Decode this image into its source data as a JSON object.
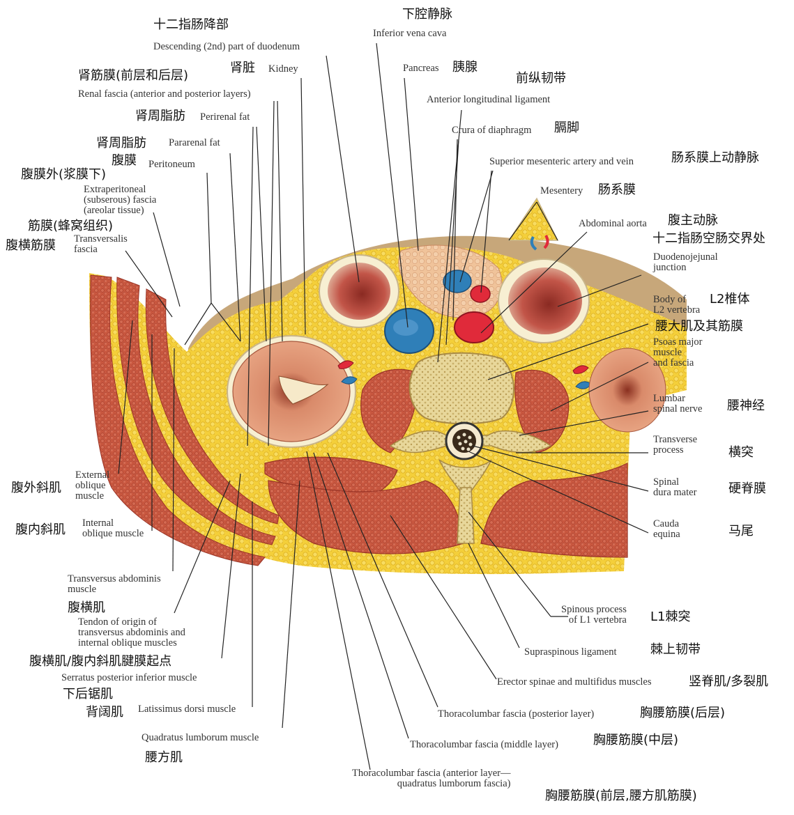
{
  "colors": {
    "fat": "#f4cf3a",
    "fat_dark": "#d9a91a",
    "muscle": "#c8573f",
    "muscle_dark": "#9a3426",
    "bone": "#efe3b0",
    "vein": "#2f7fb8",
    "artery": "#e02a3a",
    "fascia": "#f7efd2",
    "shadow": "#b89a70",
    "leader": "#222222"
  },
  "labels": [
    {
      "id": "duodenum",
      "zh": "十二指肠降部",
      "en": "Descending (2nd) part of duodenum"
    },
    {
      "id": "ivc",
      "zh": "下腔静脉",
      "en": "Inferior vena cava"
    },
    {
      "id": "renal_fascia",
      "zh": "肾筋膜(前层和后层)",
      "en": "Renal fascia (anterior and posterior layers)"
    },
    {
      "id": "kidney",
      "zh": "肾脏",
      "en": "Kidney"
    },
    {
      "id": "pancreas",
      "zh": "胰腺",
      "en": "Pancreas"
    },
    {
      "id": "all",
      "zh": "前纵韧带",
      "en": "Anterior longitudinal ligament"
    },
    {
      "id": "perirenal",
      "zh": "肾周脂肪",
      "en": "Perirenal fat"
    },
    {
      "id": "crura",
      "zh": "膈脚",
      "en": "Crura of diaphragm"
    },
    {
      "id": "pararenal",
      "zh": "肾周脂肪",
      "en": "Pararenal fat"
    },
    {
      "id": "peritoneum",
      "zh": "腹膜",
      "en": "Peritoneum"
    },
    {
      "id": "sma",
      "zh": "肠系膜上动静脉",
      "en": "Superior mesenteric artery and vein"
    },
    {
      "id": "extraperitoneal",
      "zh": "腹膜外(浆膜下)",
      "en": "Extraperitoneal\n(subserous) fascia\n(areolar tissue)"
    },
    {
      "id": "mesentery",
      "zh": "肠系膜",
      "en": "Mesentery"
    },
    {
      "id": "areolar",
      "zh": "筋膜(蜂窝组织)"
    },
    {
      "id": "transversalis",
      "zh": "腹横筋膜",
      "en": "Transversalis\nfascia"
    },
    {
      "id": "aorta",
      "zh": "腹主动脉",
      "en": "Abdominal aorta"
    },
    {
      "id": "dj",
      "zh": "十二指肠空肠交界处",
      "en": "Duodenojejunal\njunction"
    },
    {
      "id": "l2",
      "zh": "L2椎体",
      "en": "Body of\nL2 vertebra"
    },
    {
      "id": "psoas",
      "zh": "腰大肌及其筋膜",
      "en": "Psoas major\nmuscle\nand fascia"
    },
    {
      "id": "spinal_nerve",
      "zh": "腰神经",
      "en": "Lumbar\nspinal nerve"
    },
    {
      "id": "transverse_process",
      "zh": "横突",
      "en": "Transverse\nprocess"
    },
    {
      "id": "ext_oblique",
      "zh": "腹外斜肌",
      "en": "External\noblique\nmuscle"
    },
    {
      "id": "dura",
      "zh": "硬脊膜",
      "en": "Spinal\ndura mater"
    },
    {
      "id": "int_oblique",
      "zh": "腹内斜肌",
      "en": "Internal\noblique muscle"
    },
    {
      "id": "cauda",
      "zh": "马尾",
      "en": "Cauda\nequina"
    },
    {
      "id": "transversus",
      "zh": "腹横肌",
      "en": "Transversus abdominis\nmuscle"
    },
    {
      "id": "tendon",
      "zh": "腹横肌/腹内斜肌腱膜起点",
      "en": "Tendon of origin of\ntransversus abdominis and\ninternal oblique muscles"
    },
    {
      "id": "spinous",
      "zh": "L1棘突",
      "en": "Spinous process\nof L1 vertebra"
    },
    {
      "id": "supraspinous",
      "zh": "棘上韧带",
      "en": "Supraspinous ligament"
    },
    {
      "id": "serratus",
      "zh": "下后锯肌",
      "en": "Serratus posterior inferior muscle"
    },
    {
      "id": "erector",
      "zh": "竖脊肌/多裂肌",
      "en": "Erector spinae and multifidus muscles"
    },
    {
      "id": "latissimus",
      "zh": "背阔肌",
      "en": "Latissimus dorsi muscle"
    },
    {
      "id": "tlf_post",
      "zh": "胸腰筋膜(后层)",
      "en": "Thoracolumbar fascia (posterior layer)"
    },
    {
      "id": "quadratus",
      "zh": "腰方肌",
      "en": "Quadratus lumborum muscle"
    },
    {
      "id": "tlf_mid",
      "zh": "胸腰筋膜(中层)",
      "en": "Thoracolumbar fascia (middle layer)"
    },
    {
      "id": "tlf_ant",
      "zh": "胸腰筋膜(前层,腰方肌筋膜)",
      "en": "Thoracolumbar fascia (anterior layer—\nquadratus lumborum fascia)"
    }
  ]
}
